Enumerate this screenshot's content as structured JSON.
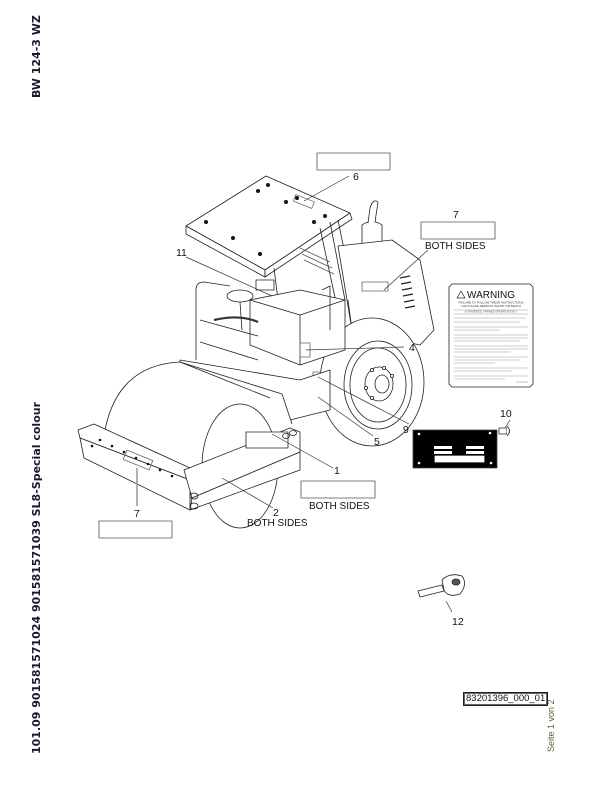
{
  "header": {
    "model": "BW 124-3 WZ",
    "parts_line": "101.09 901581571024 901581571039 SL8-Special colour"
  },
  "callouts": {
    "c1": "1",
    "c2": "2",
    "c4": "4",
    "c5": "5",
    "c6": "6",
    "c7_right": "7",
    "c7_left": "7",
    "c9": "9",
    "c10": "10",
    "c11": "11",
    "c12": "12"
  },
  "notes": {
    "both_sides_top": "BOTH SIDES",
    "both_sides_mid": "BOTH SIDES",
    "both_sides_bottom": "BOTH SIDES"
  },
  "warning_label": {
    "title": "WARNING",
    "subtitle_line1": "FAILURE TO FOLLOW THESE INSTRUCTIONS",
    "subtitle_line2": "CAN CAUSE SERIOUS INJURY OR DEATH",
    "subtitle_line3": "AUTHORIZED, TRAINED OPERATOR ONLY"
  },
  "footer": {
    "document_ref": "83201396_000_01",
    "page_indicator": "Seite 1 von 2"
  }
}
